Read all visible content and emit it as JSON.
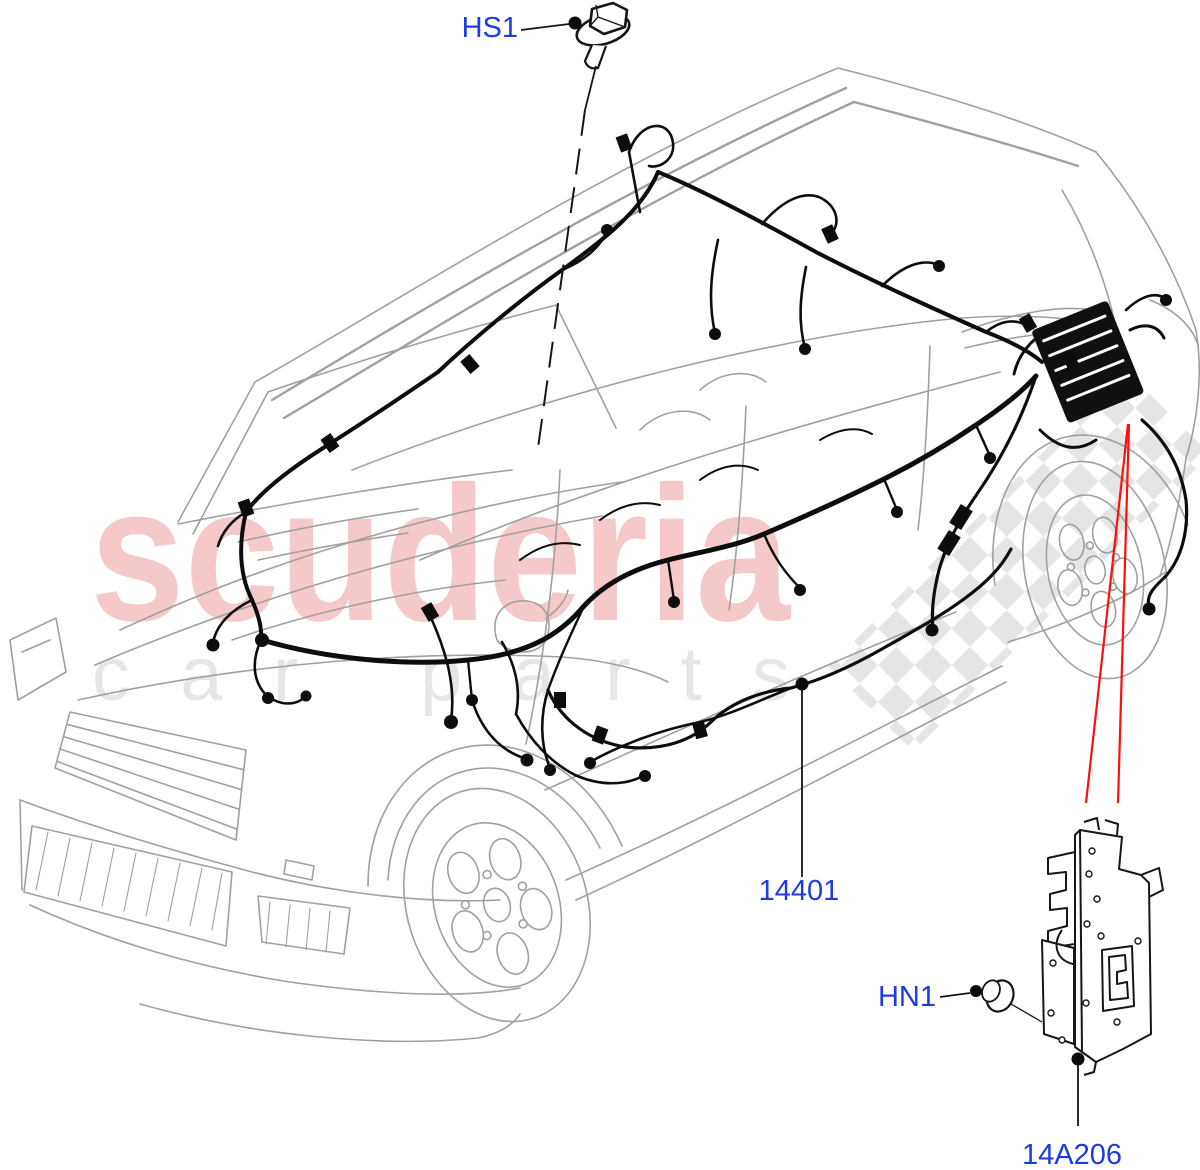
{
  "watermark": {
    "brand": "scuderia",
    "tagline": "car parts"
  },
  "callouts": {
    "bolt": {
      "label": "HS1"
    },
    "harness": {
      "label": "14401"
    },
    "grommet": {
      "label": "HN1"
    },
    "bracket": {
      "label": "14A206"
    }
  },
  "colors": {
    "label_blue": "#1d3be0",
    "leader_red": "#fb100a",
    "watermark_pink": "#f5c9c9",
    "watermark_gray": "#e6e6e6",
    "checker_gray": "#d4d4d4",
    "body_line": "#a0a0a0",
    "rail_line": "#8c8c8c",
    "harness_black": "#0d0d0d"
  }
}
